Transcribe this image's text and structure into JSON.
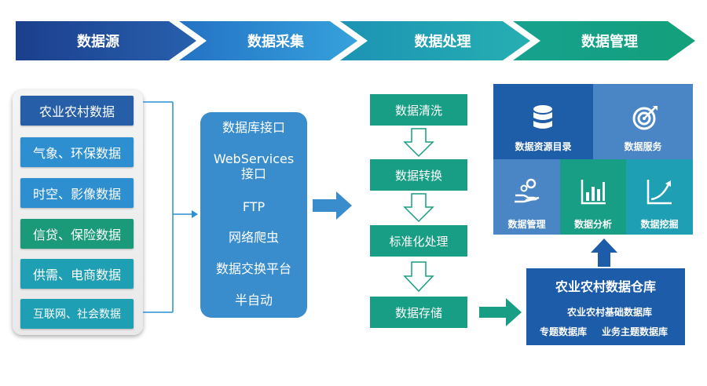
{
  "stages": [
    "数据源",
    "数据采集",
    "数据处理",
    "数据管理"
  ],
  "sources": [
    "农业农村数据",
    "气象、环保数据",
    "时空、影像数据",
    "信贷、保险数据",
    "供需、电商数据",
    "互联网、社会数据"
  ],
  "collection": {
    "items": [
      "数据库接口",
      "WebServices",
      "接口",
      "FTP",
      "网络爬虫",
      "数据交换平台",
      "半自动"
    ]
  },
  "processing": [
    "数据清洗",
    "数据转换",
    "标准化处理",
    "数据存储"
  ],
  "management": {
    "tiles": [
      "数据资源目录",
      "数据服务",
      "数据管理",
      "数据分析",
      "数据挖掘"
    ]
  },
  "warehouse": {
    "title": "农业农村数据仓库",
    "line1": "农业农村基础数据库",
    "line2a": "专题数据库",
    "line2b": "业务主题数据库"
  },
  "colors": {
    "stage1": "#1f4e9c",
    "stage2": "#2b8fd0",
    "stage3": "#1fa1a8",
    "stage4": "#179e84",
    "source_blue": "#2b6cb0",
    "source_green": "#1a9a78",
    "source_teal": "#1e9fb3",
    "collection": "#3a8dcc",
    "process": "#179e84",
    "warehouse": "#1d5ca8"
  }
}
